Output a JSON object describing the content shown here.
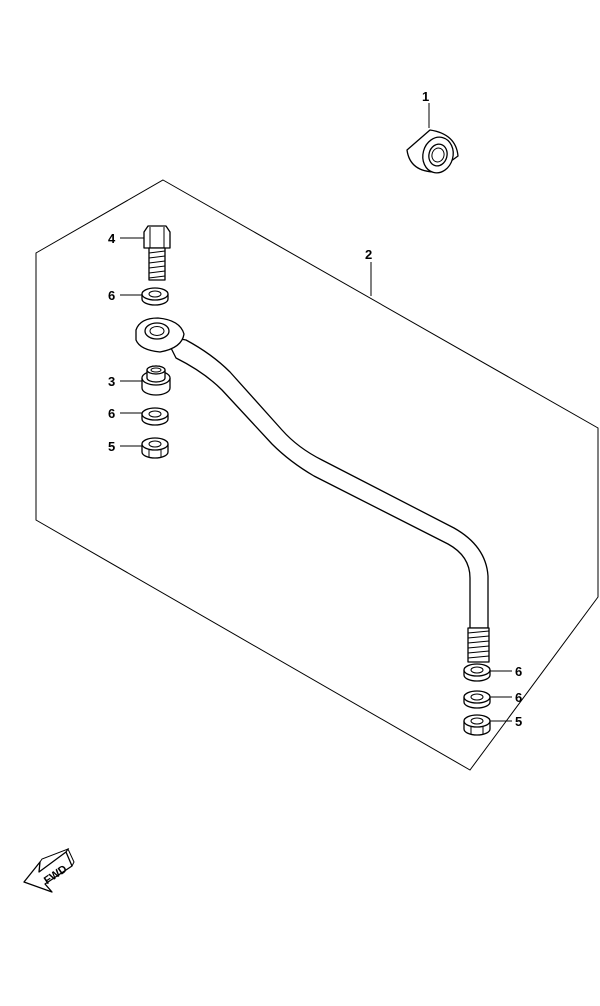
{
  "diagram": {
    "callouts": {
      "c1": "1",
      "c2": "2",
      "c3": "3",
      "c4": "4",
      "c5a": "5",
      "c5b": "5",
      "c6a": "6",
      "c6b": "6",
      "c6c": "6",
      "c6d": "6"
    },
    "direction_label": "FWD"
  }
}
